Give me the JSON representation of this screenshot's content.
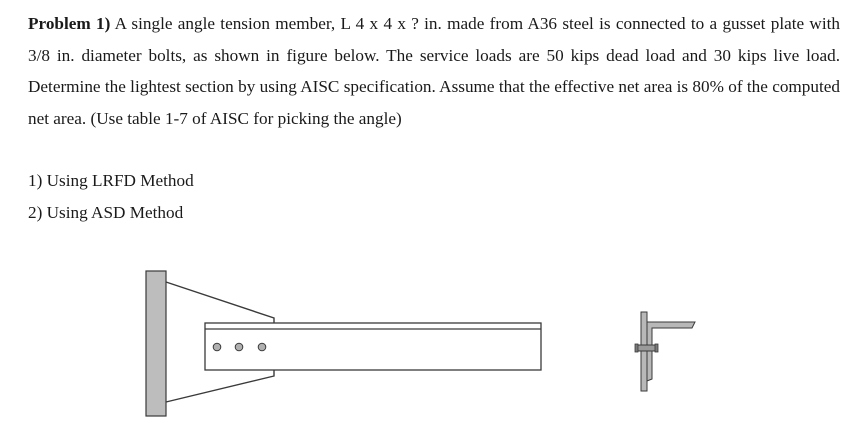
{
  "problem": {
    "label": "Problem 1)",
    "text": " A single angle tension member, L 4 x 4 x ? in. made from A36 steel is connected to a gusset plate with 3/8 in. diameter bolts, as shown in figure below. The service loads are 50 kips dead load and 30 kips live load. Determine the lightest section by using AISC specification. Assume that the effective net area is 80% of the computed net area. (Use table 1-7 of AISC for picking the angle)"
  },
  "methods": [
    {
      "label": "1) Using LRFD Method"
    },
    {
      "label": "2) Using ASD Method"
    }
  ],
  "figure": {
    "elevation": {
      "support_plate_color": "#bdbdbd",
      "bolt_color": "#b0b0b0",
      "bolt_count": 3
    },
    "section": {
      "fill_color": "#b8b8b8"
    },
    "stroke_color": "#3a3a3a"
  }
}
